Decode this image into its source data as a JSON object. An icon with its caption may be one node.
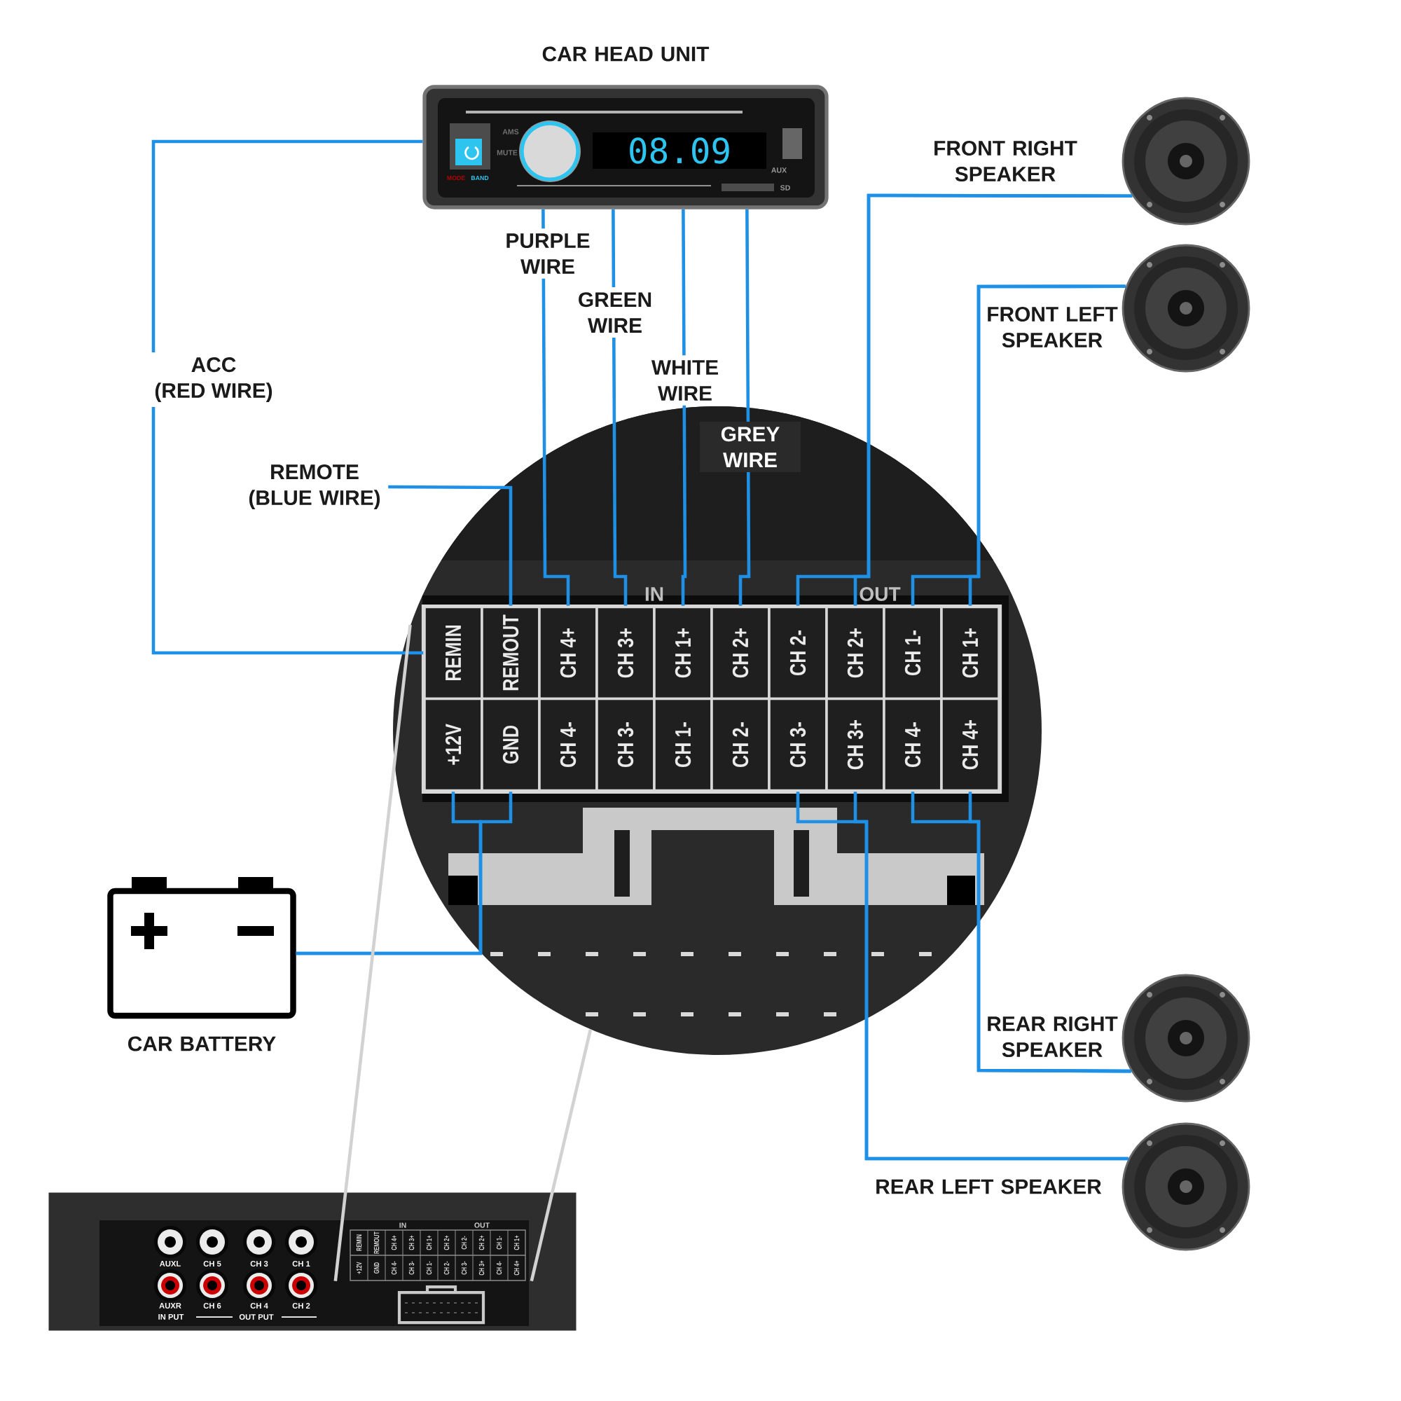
{
  "diagram": {
    "nodes": [
      {
        "text": [
          "CAR HEAD UNIT"
        ]
      },
      {
        "text": [
          "FRONT RIGHT SPEAKER"
        ]
      },
      {
        "text": [
          "FRONT LEFT SPEAKER"
        ]
      },
      {
        "text": [
          "REMOTE (BLUE WIRE)"
        ]
      },
      {
        "text": [],
        "shape": "picture"
      },
      {
        "text": [
          "REMIN"
        ],
        "in": 4
      },
      {
        "text": [
          "REMOUT"
        ],
        "in": 4
      },
      {
        "text": [
          "CH 4+"
        ],
        "in": 4
      },
      {
        "text": [
          "CH 3+"
        ],
        "in": 4
      },
      {
        "text": [
          "CH 1+"
        ],
        "in": 4
      },
      {
        "text": [
          "CH 2+"
        ],
        "in": 4
      },
      {
        "text": [
          "CH 2-"
        ],
        "in": 4
      },
      {
        "text": [
          "CH 2+"
        ],
        "in": 4
      },
      {
        "text": [
          "CH 1-"
        ],
        "in": 4
      },
      {
        "text": [
          "CH 1+"
        ],
        "in": 4
      },
      {
        "text": [
          "+12V"
        ],
        "in": 4
      },
      {
        "text": [
          "GND"
        ],
        "in": 4
      },
      {
        "text": [
          "CH 4-"
        ],
        "in": 4
      },
      {
        "text": [
          "CH 3-"
        ],
        "in": 4
      },
      {
        "text": [
          "CH 1-"
        ],
        "in": 4
      },
      {
        "text": [
          "CH 2-"
        ],
        "in": 4
      },
      {
        "text": [
          "CH 3-"
        ],
        "in": 4
      },
      {
        "text": [
          "CH 3+"
        ],
        "in": 4
      },
      {
        "text": [
          "CH 4-"
        ],
        "in": 4
      },
      {
        "text": [
          "CH 4+"
        ],
        "in": 4
      },
      {
        "text": [
          "CAR BATTERY"
        ]
      },
      {
        "text": [
          "REAR RIGHT SPEAKER"
        ]
      },
      {
        "text": [
          "REAR LEFT SPEAKER"
        ]
      },
      {
        "text": [],
        "shape": "picture"
      }
    ],
    "edges": [
      {
        "from": 0,
        "to": 5,
        "arrow": "none",
        "label": "ACC (RED WIRE)"
      },
      {
        "from": 6,
        "to": 3,
        "arrow": "none"
      },
      {
        "from": 0,
        "to": 7,
        "arrow": "none",
        "label": "PURPLE WIRE"
      },
      {
        "from": 0,
        "to": 8,
        "arrow": "none",
        "label": "GREEN WIRE"
      },
      {
        "from": 0,
        "to": 9,
        "arrow": "none",
        "label": "WHITE WIRE"
      },
      {
        "from": 0,
        "to": 10,
        "arrow": "none",
        "label": "GREY WIRE"
      },
      {
        "from": 1,
        "to": 11,
        "arrow": "none"
      },
      {
        "from": 1,
        "to": 12,
        "arrow": "none"
      },
      {
        "from": 2,
        "to": 13,
        "arrow": "none"
      },
      {
        "from": 2,
        "to": 14,
        "arrow": "none"
      },
      {
        "from": 25,
        "to": 15,
        "arrow": "none"
      },
      {
        "from": 25,
        "to": 16,
        "arrow": "none"
      },
      {
        "from": 26,
        "to": 23,
        "arrow": "none"
      },
      {
        "from": 26,
        "to": 24,
        "arrow": "none"
      },
      {
        "from": 27,
        "to": 21,
        "arrow": "none"
      },
      {
        "from": 27,
        "to": 22,
        "arrow": "none"
      },
      {
        "from": 28,
        "to": 4,
        "arrow": "none",
        "color": "#d2d2d2"
      },
      {
        "from": 28,
        "to": 4,
        "arrow": "none",
        "color": "#d2d2d2"
      }
    ],
    "labels": [
      "AMS",
      "MUTE",
      "MODE",
      "BAND",
      "08.09",
      "AUX",
      "SD",
      "IN",
      "OUT",
      "AUXL",
      "CH 5",
      "CH 3",
      "CH 1",
      "AUXR",
      "CH 6",
      "CH 4",
      "CH 2",
      "IN PUT",
      "OUT PUT",
      "IN",
      "OUT",
      "REMIN",
      "REMOUT",
      "CH 4+",
      "CH 3+",
      "CH 1+",
      "CH 2+",
      "CH 2-",
      "CH 2+",
      "CH 1-",
      "CH 1+",
      "+12V",
      "GND",
      "CH 4-",
      "CH 3-",
      "CH 1-",
      "CH 2-",
      "CH 3-",
      "CH 3+",
      "CH 4-",
      "CH 4+"
    ]
  }
}
